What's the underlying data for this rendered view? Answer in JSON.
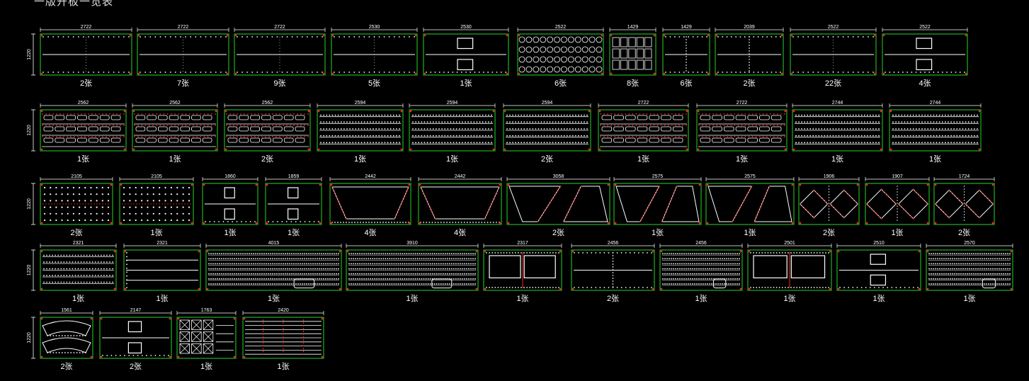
{
  "header": {
    "title": "一版开板一览表"
  },
  "rows": [
    {
      "height_label": "1220",
      "panels": [
        {
          "width": "2722",
          "count": "2张",
          "pattern": "hline1"
        },
        {
          "width": "2722",
          "count": "7张",
          "pattern": "hline1"
        },
        {
          "width": "2722",
          "count": "9张",
          "pattern": "hline1"
        },
        {
          "width": "2530",
          "count": "5张",
          "pattern": "hline1"
        },
        {
          "width": "2530",
          "count": "1张",
          "pattern": "boxes"
        },
        {
          "width": "2522",
          "count": "6张",
          "pattern": "circles"
        },
        {
          "width": "1429",
          "count": "8张",
          "pattern": "vbars"
        },
        {
          "width": "1429",
          "count": "6张",
          "pattern": "cross"
        },
        {
          "width": "2039",
          "count": "2张",
          "pattern": "cross"
        },
        {
          "width": "2522",
          "count": "22张",
          "pattern": "hline1"
        },
        {
          "width": "2522",
          "count": "4张",
          "pattern": "boxes"
        }
      ]
    },
    {
      "height_label": "1220",
      "panels": [
        {
          "width": "2562",
          "count": "1张",
          "pattern": "slots"
        },
        {
          "width": "2562",
          "count": "1张",
          "pattern": "slots"
        },
        {
          "width": "2562",
          "count": "2张",
          "pattern": "slots"
        },
        {
          "width": "2594",
          "count": "1张",
          "pattern": "strips"
        },
        {
          "width": "2594",
          "count": "1张",
          "pattern": "strips"
        },
        {
          "width": "2594",
          "count": "2张",
          "pattern": "strips"
        },
        {
          "width": "2722",
          "count": "1张",
          "pattern": "slots"
        },
        {
          "width": "2722",
          "count": "1张",
          "pattern": "slots"
        },
        {
          "width": "2744",
          "count": "1张",
          "pattern": "strips"
        },
        {
          "width": "2744",
          "count": "1张",
          "pattern": "strips"
        }
      ]
    },
    {
      "height_label": "1220",
      "panels": [
        {
          "width": "2105",
          "count": "2张",
          "pattern": "dots"
        },
        {
          "width": "2105",
          "count": "1张",
          "pattern": "dots"
        },
        {
          "width": "1860",
          "count": "1张",
          "pattern": "boxes"
        },
        {
          "width": "1859",
          "count": "1张",
          "pattern": "boxes"
        },
        {
          "width": "2442",
          "count": "4张",
          "pattern": "trap"
        },
        {
          "width": "2442",
          "count": "4张",
          "pattern": "trap"
        },
        {
          "width": "3058",
          "count": "2张",
          "pattern": "trap2"
        },
        {
          "width": "2575",
          "count": "1张",
          "pattern": "trap2"
        },
        {
          "width": "2575",
          "count": "1张",
          "pattern": "trap2"
        },
        {
          "width": "1906",
          "count": "2张",
          "pattern": "diamond"
        },
        {
          "width": "1907",
          "count": "1张",
          "pattern": "diamond"
        },
        {
          "width": "1724",
          "count": "2张",
          "pattern": "diamond"
        }
      ]
    },
    {
      "height_label": "1220",
      "panels": [
        {
          "width": "2321",
          "count": "1张",
          "pattern": "strips"
        },
        {
          "width": "2321",
          "count": "1张",
          "pattern": "hline3"
        },
        {
          "width": "4015",
          "count": "1张",
          "pattern": "dense"
        },
        {
          "width": "3910",
          "count": "1张",
          "pattern": "dense"
        },
        {
          "width": "2317",
          "count": "1张",
          "pattern": "frame"
        },
        {
          "width": "2456",
          "count": "2张",
          "pattern": "cross"
        },
        {
          "width": "2456",
          "count": "1张",
          "pattern": "dense"
        },
        {
          "width": "2501",
          "count": "1张",
          "pattern": "frame"
        },
        {
          "width": "2510",
          "count": "1张",
          "pattern": "boxes"
        },
        {
          "width": "2570",
          "count": "1张",
          "pattern": "dense"
        }
      ]
    },
    {
      "height_label": "1220",
      "panels": [
        {
          "width": "1561",
          "count": "2张",
          "pattern": "arc"
        },
        {
          "width": "2147",
          "count": "2张",
          "pattern": "boxes"
        },
        {
          "width": "1763",
          "count": "1张",
          "pattern": "xgrid"
        },
        {
          "width": "2420",
          "count": "1张",
          "pattern": "hlines"
        }
      ]
    }
  ],
  "colors": {
    "border": "#1fa31f",
    "line": "#ffffff",
    "mark": "#ff2222",
    "background": "#000000"
  }
}
